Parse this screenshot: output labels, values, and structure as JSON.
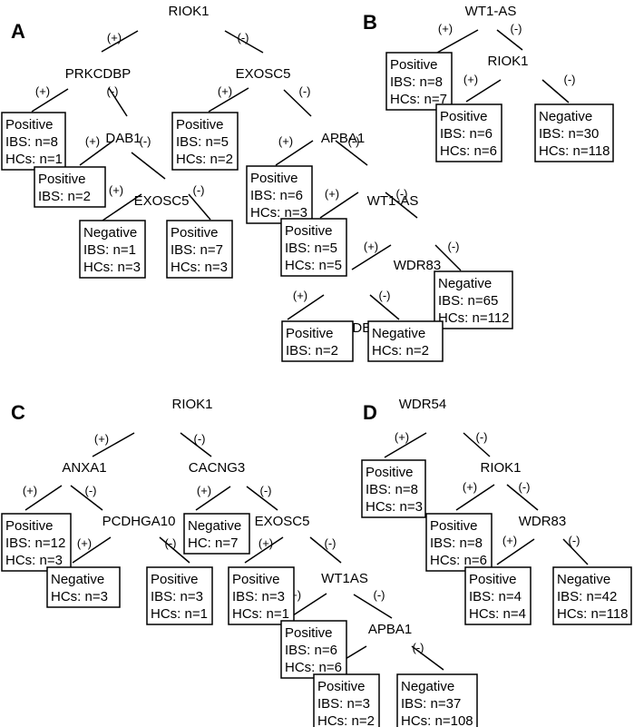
{
  "panels": [
    {
      "letter": "A",
      "nodes": [
        {
          "id": "a_root",
          "label": "RIOK1"
        },
        {
          "id": "a_prk",
          "label": "PRKCDBP"
        },
        {
          "id": "a_exo5",
          "label": "EXOSC5"
        },
        {
          "id": "a_dab1",
          "label": "DAB1"
        },
        {
          "id": "a_apba1",
          "label": "APBA1"
        },
        {
          "id": "a_exo5b",
          "label": "EXOSC5"
        },
        {
          "id": "a_wt1as",
          "label": "WT1-AS"
        },
        {
          "id": "a_wdr83",
          "label": "WDR83"
        },
        {
          "id": "a_prk2",
          "label": "PRKCDBP"
        }
      ],
      "leaves": [
        {
          "id": "a_l1",
          "lines": [
            "Positive",
            "IBS: n=8",
            "HCs: n=1"
          ]
        },
        {
          "id": "a_l2",
          "lines": [
            "Positive",
            "IBS: n=2"
          ]
        },
        {
          "id": "a_l3",
          "lines": [
            "Negative",
            "IBS: n=1",
            "HCs: n=3"
          ]
        },
        {
          "id": "a_l4",
          "lines": [
            "Positive",
            "IBS: n=7",
            "HCs: n=3"
          ]
        },
        {
          "id": "a_l5",
          "lines": [
            "Positive",
            "IBS: n=5",
            "HCs: n=2"
          ]
        },
        {
          "id": "a_l6",
          "lines": [
            "Positive",
            "IBS: n=6",
            "HCs: n=3"
          ]
        },
        {
          "id": "a_l7",
          "lines": [
            "Positive",
            "IBS: n=5",
            "HCs: n=5"
          ]
        },
        {
          "id": "a_l8",
          "lines": [
            "Negative",
            "IBS: n=65",
            "HCs: n=112"
          ]
        },
        {
          "id": "a_l9",
          "lines": [
            "Positive",
            "IBS: n=2"
          ]
        },
        {
          "id": "a_l10",
          "lines": [
            "Negative",
            "HCs: n=2"
          ]
        }
      ]
    },
    {
      "letter": "B",
      "nodes": [
        {
          "id": "b_root",
          "label": "WT1-AS"
        },
        {
          "id": "b_riok1",
          "label": "RIOK1"
        }
      ],
      "leaves": [
        {
          "id": "b_l1",
          "lines": [
            "Positive",
            "IBS: n=8",
            "HCs: n=7"
          ]
        },
        {
          "id": "b_l2",
          "lines": [
            "Positive",
            "IBS: n=6",
            "HCs: n=6"
          ]
        },
        {
          "id": "b_l3",
          "lines": [
            "Negative",
            "IBS: n=30",
            "HCs: n=118"
          ]
        }
      ]
    },
    {
      "letter": "C",
      "nodes": [
        {
          "id": "c_root",
          "label": "RIOK1"
        },
        {
          "id": "c_anxa1",
          "label": "ANXA1"
        },
        {
          "id": "c_cacng3",
          "label": "CACNG3"
        },
        {
          "id": "c_pcdh",
          "label": "PCDHGA10"
        },
        {
          "id": "c_exo5",
          "label": "EXOSC5"
        },
        {
          "id": "c_wt1as",
          "label": "WT1AS"
        },
        {
          "id": "c_apba1",
          "label": "APBA1"
        }
      ],
      "leaves": [
        {
          "id": "c_l1",
          "lines": [
            "Positive",
            "IBS: n=12",
            "HCs: n=3"
          ]
        },
        {
          "id": "c_l2",
          "lines": [
            "Negative",
            "HCs: n=3"
          ]
        },
        {
          "id": "c_l3",
          "lines": [
            "Positive",
            "IBS: n=3",
            "HCs: n=1"
          ]
        },
        {
          "id": "c_l4",
          "lines": [
            "Negative",
            "HC: n=7"
          ]
        },
        {
          "id": "c_l5",
          "lines": [
            "Positive",
            "IBS: n=3",
            "HCs: n=1"
          ]
        },
        {
          "id": "c_l6",
          "lines": [
            "Positive",
            "IBS: n=6",
            "HCs: n=6"
          ]
        },
        {
          "id": "c_l7",
          "lines": [
            "Positive",
            "IBS: n=3",
            "HCs: n=2"
          ]
        },
        {
          "id": "c_l8",
          "lines": [
            "Negative",
            "IBS: n=37",
            "HCs: n=108"
          ]
        }
      ]
    },
    {
      "letter": "D",
      "nodes": [
        {
          "id": "d_root",
          "label": "WDR54"
        },
        {
          "id": "d_riok1",
          "label": "RIOK1"
        },
        {
          "id": "d_wdr83",
          "label": "WDR83"
        }
      ],
      "leaves": [
        {
          "id": "d_l1",
          "lines": [
            "Positive",
            "IBS: n=8",
            "HCs: n=3"
          ]
        },
        {
          "id": "d_l2",
          "lines": [
            "Positive",
            "IBS: n=8",
            "HCs: n=6"
          ]
        },
        {
          "id": "d_l3",
          "lines": [
            "Positive",
            "IBS: n=4",
            "HCs: n=4"
          ]
        },
        {
          "id": "d_l4",
          "lines": [
            "Negative",
            "IBS: n=42",
            "HCs: n=118"
          ]
        }
      ]
    }
  ],
  "branch_signs": {
    "positive": "(+)",
    "negative": "(-)"
  }
}
